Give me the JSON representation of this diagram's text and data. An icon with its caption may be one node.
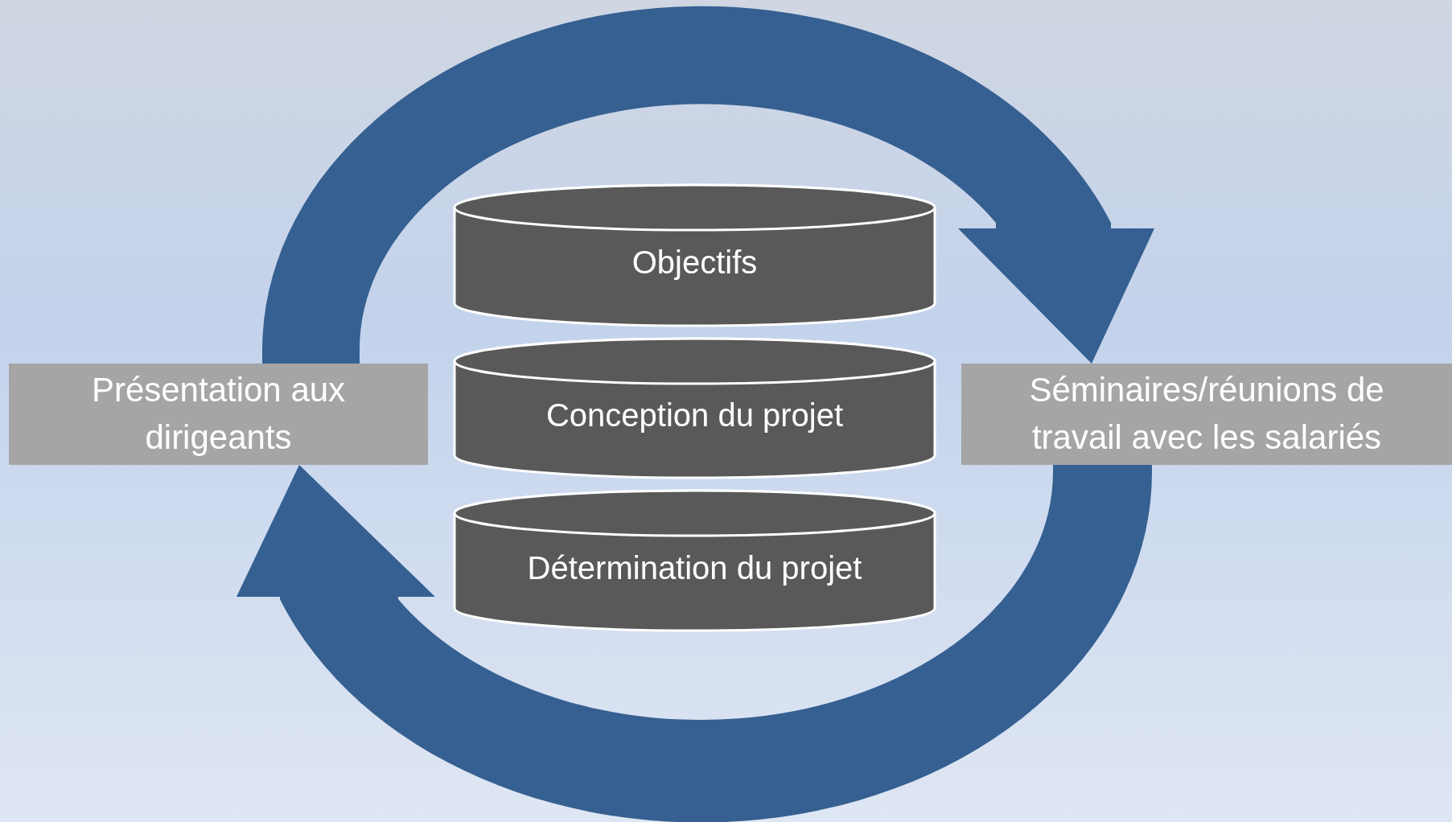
{
  "diagram": {
    "nodes": [
      {
        "text": [
          "Présentation aux dirigeants"
        ]
      },
      {
        "text": [
          "Séminaires/réunions de travail avec les salariés"
        ]
      },
      {
        "text": [
          "Objectifs"
        ]
      },
      {
        "text": [
          "Conception du projet"
        ]
      },
      {
        "text": [
          "Détermination du projet"
        ]
      }
    ],
    "edges": [
      {
        "from": 0,
        "to": 1,
        "arrow": "to"
      },
      {
        "from": 1,
        "to": 0,
        "arrow": "to"
      }
    ]
  }
}
